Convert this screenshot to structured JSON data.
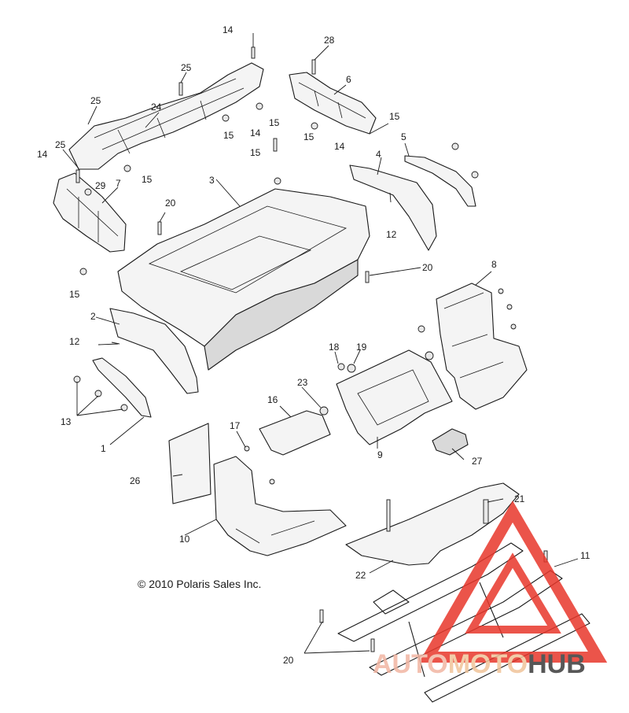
{
  "copyright": "© 2010 Polaris Sales Inc.",
  "watermark": {
    "part1": "AUTO",
    "part2": "MOTO",
    "part3": "HUB",
    "colors": {
      "auto": "#f2b6a3",
      "moto": "#f0c49a",
      "hub": "#3a3a3a",
      "triangle": "#e8372b"
    }
  },
  "callouts": [
    "1",
    "2",
    "3",
    "4",
    "5",
    "6",
    "7",
    "8",
    "9",
    "10",
    "11",
    "12",
    "12",
    "13",
    "14",
    "14",
    "14",
    "15",
    "15",
    "15",
    "15",
    "15",
    "15",
    "15",
    "16",
    "17",
    "18",
    "19",
    "20",
    "20",
    "20",
    "21",
    "22",
    "23",
    "24",
    "25",
    "25",
    "25",
    "26",
    "27",
    "28",
    "29"
  ]
}
